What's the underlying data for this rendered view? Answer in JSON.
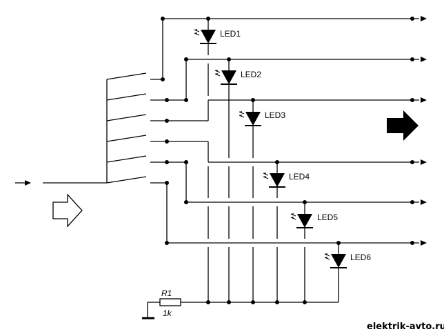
{
  "diagram": {
    "leds": [
      "LED1",
      "LED2",
      "LED3",
      "LED4",
      "LED5",
      "LED6"
    ],
    "resistor": {
      "name": "R1",
      "value": "1k"
    },
    "watermark": "elektrik-avto.ru"
  },
  "icons": {
    "input_arrow": "hollow-right-arrow-icon",
    "output_arrow": "filled-right-arrow-icon",
    "ground": "ground-icon"
  },
  "colors": {
    "ink": "#000000",
    "paper": "#ffffff"
  }
}
